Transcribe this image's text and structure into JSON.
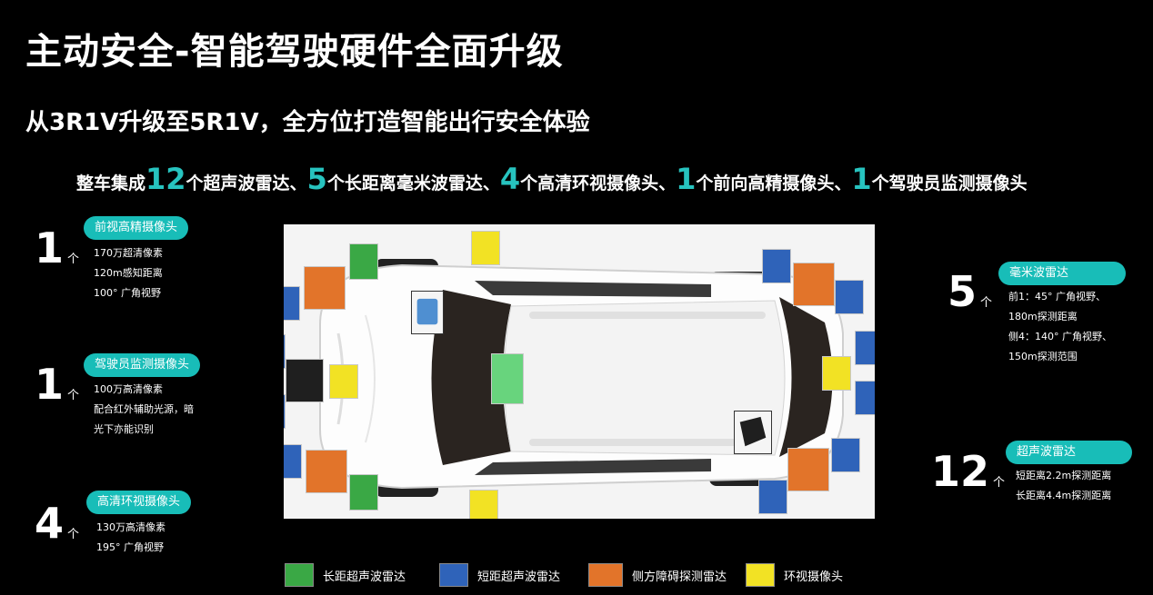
{
  "header": {
    "title": "主动安全-智能驾驶硬件全面升级",
    "subtitle": "从3R1V升级至5R1V，全方位打造智能出行安全体验"
  },
  "summary": {
    "prefix": "整车集成",
    "items": [
      {
        "num": "12",
        "text": "个超声波雷达、"
      },
      {
        "num": "5",
        "text": "个长距离毫米波雷达、"
      },
      {
        "num": "4",
        "text": "个高清环视摄像头、"
      },
      {
        "num": "1",
        "text": "个前向高精摄像头、"
      },
      {
        "num": "1",
        "text": "个驾驶员监测摄像头"
      }
    ]
  },
  "left_panels": [
    {
      "count": "1",
      "unit": "个",
      "label": "前视高精摄像头",
      "lines": [
        "170万超清像素",
        "120m感知距离",
        "100° 广角视野"
      ]
    },
    {
      "count": "1",
      "unit": "个",
      "label": "驾驶员监测摄像头",
      "lines": [
        "100万高清像素",
        "配合红外辅助光源，暗",
        "光下亦能识别"
      ]
    },
    {
      "count": "4",
      "unit": "个",
      "label": "高清环视摄像头",
      "lines": [
        "130万高清像素",
        "195° 广角视野"
      ]
    }
  ],
  "right_panels": [
    {
      "count": "5",
      "unit": "个",
      "label": "毫米波雷达",
      "lines": [
        "前1：45° 广角视野、",
        "180m探测距离",
        "侧4：140° 广角视野、",
        "150m探测范围"
      ]
    },
    {
      "count": "12",
      "unit": "个",
      "label": "超声波雷达",
      "lines": [
        "短距离2.2m探测距离",
        "长距离4.4m探测距离"
      ]
    }
  ],
  "legend": [
    {
      "label": "长距超声波雷达",
      "color": "#3aa845",
      "icon": "long-range-ultrasonic-radar-icon"
    },
    {
      "label": "短距超声波雷达",
      "color": "#2f63b9",
      "icon": "short-range-ultrasonic-radar-icon"
    },
    {
      "label": "侧方障碍探测雷达",
      "color": "#e2742a",
      "icon": "side-obstacle-radar-icon"
    },
    {
      "label": "环视摄像头",
      "color": "#f2e224",
      "icon": "surround-camera-icon"
    }
  ],
  "colors": {
    "accent": "#18bdb8",
    "background": "#000000"
  }
}
